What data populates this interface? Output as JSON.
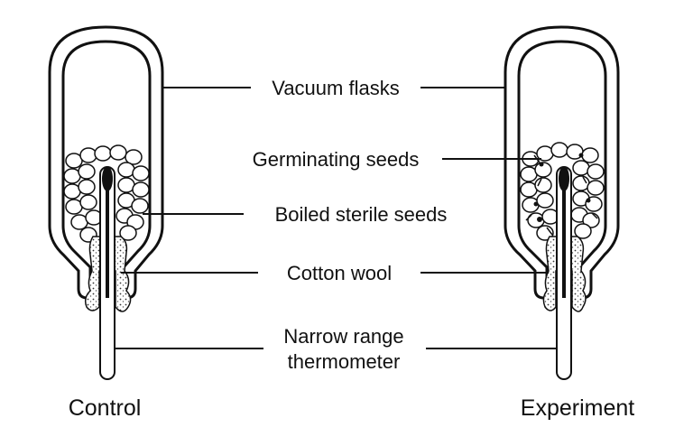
{
  "labels": {
    "vacuum_flasks": "Vacuum flasks",
    "germinating_seeds": "Germinating seeds",
    "boiled_sterile_seeds": "Boiled sterile seeds",
    "cotton_wool": "Cotton wool",
    "thermometer_line1": "Narrow range",
    "thermometer_line2": "thermometer"
  },
  "captions": {
    "left": "Control",
    "right": "Experiment"
  }
}
